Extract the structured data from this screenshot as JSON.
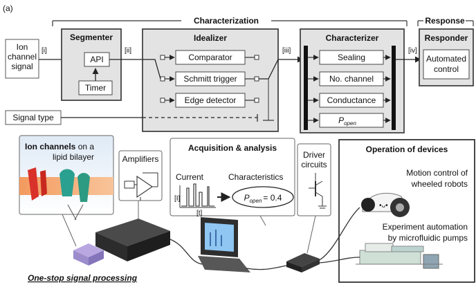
{
  "panel_label": "(a)",
  "top_brackets": {
    "characterization": "Characterization",
    "response": "Response"
  },
  "input": {
    "line1": "Ion",
    "line2": "channel",
    "line3": "signal"
  },
  "step_labels": {
    "s1": "[i]",
    "s2": "[ii]",
    "s3": "[iii]",
    "s4": "[iv]"
  },
  "segmenter": {
    "title": "Segmenter",
    "api": "API",
    "timer": "Timer"
  },
  "idealizer": {
    "title": "Idealizer",
    "items": [
      "Comparator",
      "Schmitt trigger",
      "Edge detector"
    ]
  },
  "characterizer": {
    "title": "Characterizer",
    "items": [
      "Sealing",
      "No. channel",
      "Conductance"
    ],
    "popen_main": "P",
    "popen_sub": "open"
  },
  "responder": {
    "title": "Responder",
    "line1": "Automated",
    "line2": "control"
  },
  "signal_type": "Signal type",
  "ion_channels": {
    "bold": "Ion channels",
    "rest1": " on a",
    "line2": "lipid bilayer"
  },
  "amplifiers": "Amplifiers",
  "acquisition": {
    "title": "Acquisition & analysis",
    "current": "Current",
    "characteristics": "Characteristics",
    "popen_main": "P",
    "popen_sub": "open",
    "popen_value": "= 0.4",
    "trace_y_label": "[I]",
    "trace_x_label": "[t]"
  },
  "driver": {
    "line1": "Driver",
    "line2": "circuits"
  },
  "operation": {
    "title": "Operation of devices",
    "motion1": "Motion control of",
    "motion2": "wheeled robots",
    "robot_face": "•ᴗ•",
    "exp1": "Experiment automation",
    "exp2": "by microfluidic pumps"
  },
  "footer": "One-stop signal processing"
}
